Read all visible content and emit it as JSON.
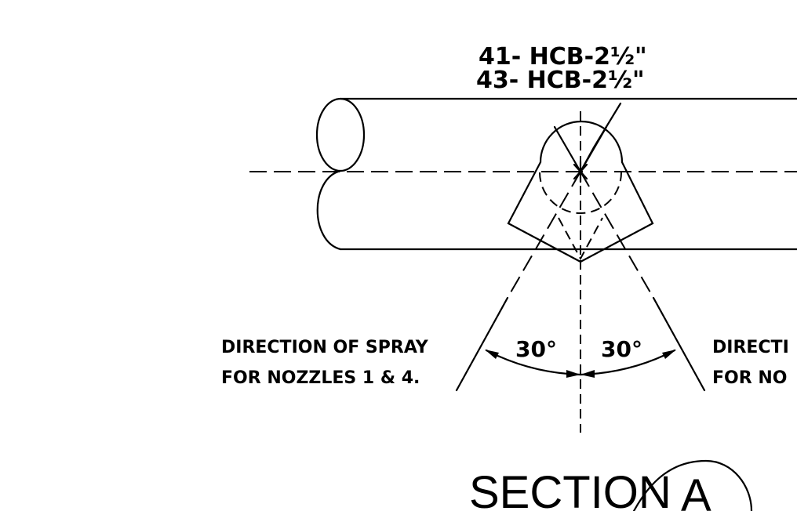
{
  "drawing": {
    "labels": {
      "pipe_line_1": "41- HCB-2½\"",
      "pipe_line_2": "43- HCB-2½\"",
      "left_note_line1": "DIRECTION OF SPRAY",
      "left_note_line2": "FOR NOZZLES 1 & 4.",
      "right_note_line1": "DIRECTI",
      "right_note_line2": "FOR NO",
      "angle_left": "30°",
      "angle_right": "30°",
      "section_word": "SECTION",
      "section_letter": "A"
    },
    "spray_half_angle_deg": 30
  }
}
